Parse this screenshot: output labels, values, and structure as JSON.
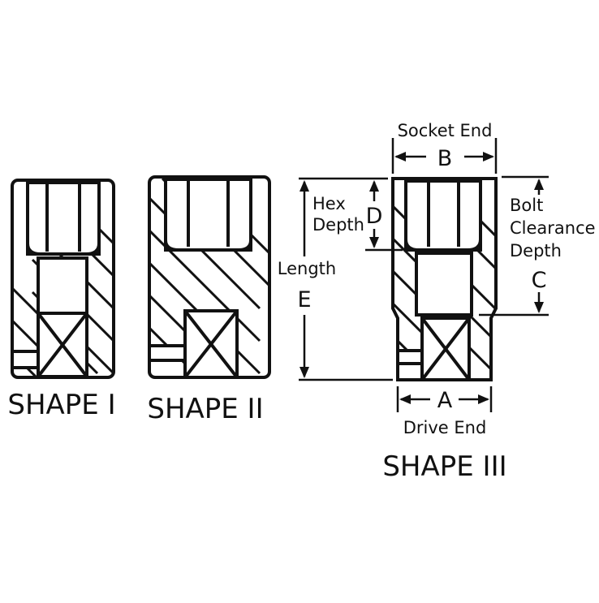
{
  "shapes": [
    {
      "caption": "SHAPE I"
    },
    {
      "caption": "SHAPE II"
    },
    {
      "caption": "SHAPE III"
    }
  ],
  "dimensions": {
    "socket_end": {
      "text": "Socket End",
      "letter": "B"
    },
    "hex_depth": {
      "line1": "Hex",
      "line2": "Depth",
      "letter": "D"
    },
    "length": {
      "text": "Length",
      "letter": "E"
    },
    "bolt_clearance": {
      "line1": "Bolt",
      "line2": "Clearance",
      "line3": "Depth",
      "letter": "C"
    },
    "drive_end": {
      "text": "Drive End",
      "letter": "A"
    }
  },
  "colors": {
    "ink": "#111111",
    "background": "#ffffff"
  }
}
